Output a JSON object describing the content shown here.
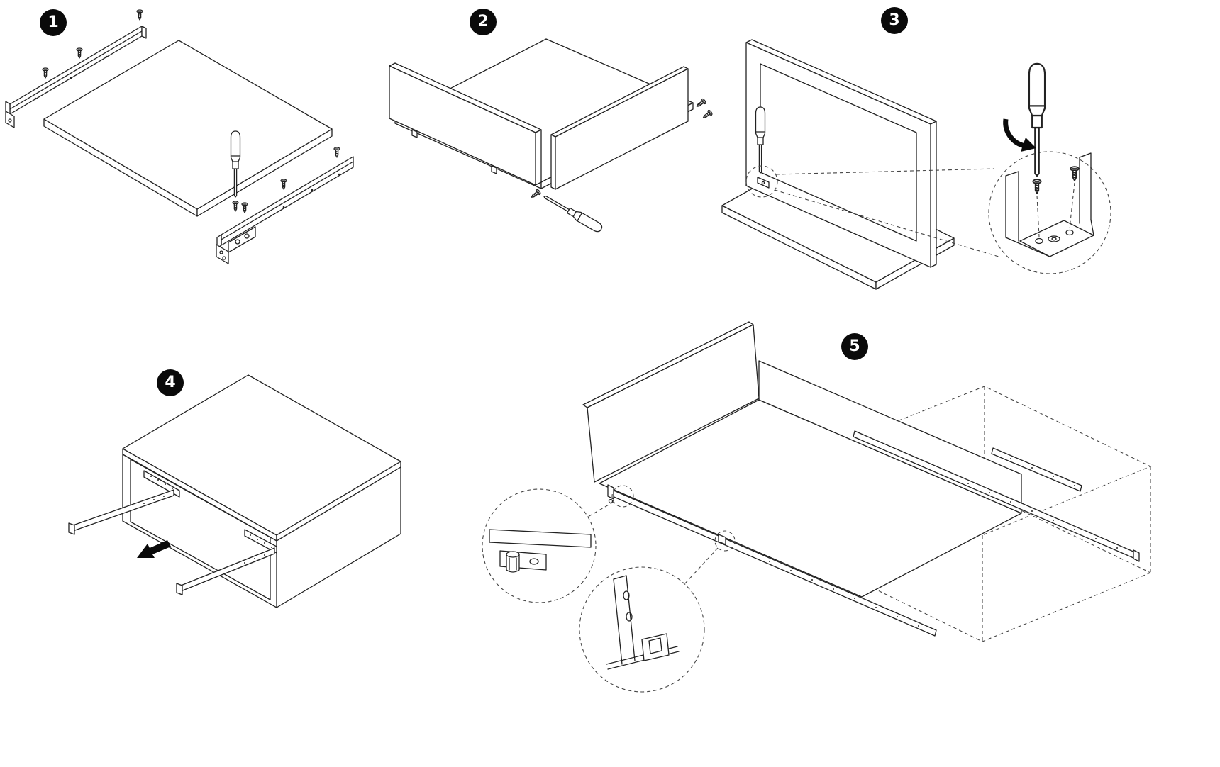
{
  "page": {
    "background": "#ffffff",
    "line_color": "#222222",
    "badge_color": "#0a0a0a"
  },
  "steps": [
    {
      "number": "1",
      "illustration": "attach-slide-rails-to-drawer-bottom"
    },
    {
      "number": "2",
      "illustration": "screw-back-panel-to-drawer-box"
    },
    {
      "number": "3",
      "illustration": "screw-bracket-to-upright-frame-detail"
    },
    {
      "number": "4",
      "illustration": "pull-out-cabinet-slide-rails"
    },
    {
      "number": "5",
      "illustration": "slide-drawer-into-cabinet-clip-details"
    }
  ]
}
